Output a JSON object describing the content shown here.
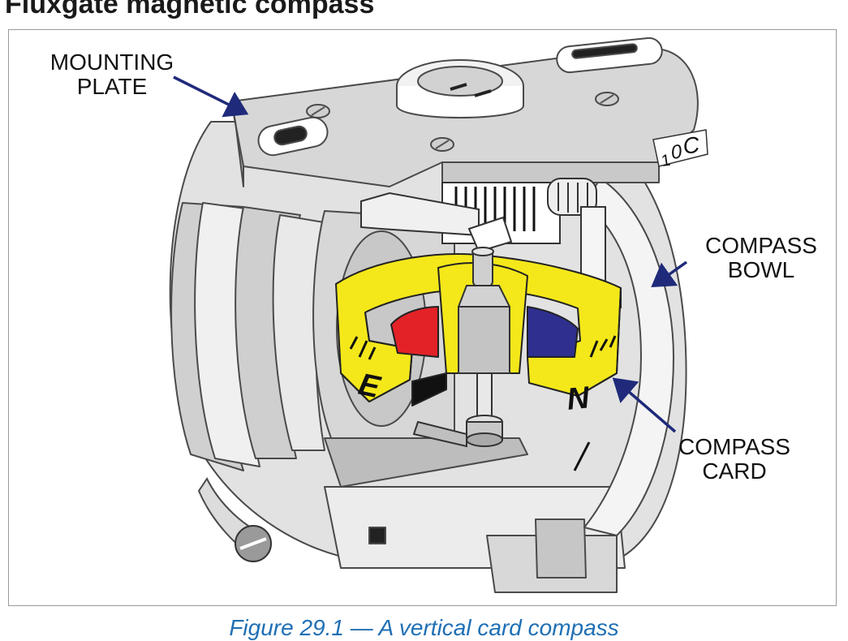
{
  "heading": "Fluxgate magnetic compass",
  "labels": {
    "mounting_plate": [
      "MOUNTING",
      "PLATE"
    ],
    "compass_bowl": [
      "COMPASS",
      "BOWL"
    ],
    "compass_card": [
      "COMPASS",
      "CARD"
    ]
  },
  "card_letters": {
    "east": "E",
    "north": "N"
  },
  "deviation_card": {
    "one": "1",
    "zero": "0",
    "c": "C"
  },
  "caption": "Figure 29.1 — A vertical card compass",
  "colors": {
    "card": "#f4e81a",
    "red_magnet": "#e32228",
    "blue_magnet": "#2e2f8f",
    "arrow": "#1f2a7a",
    "caption": "#1f6fb4",
    "body": "#dedede"
  }
}
